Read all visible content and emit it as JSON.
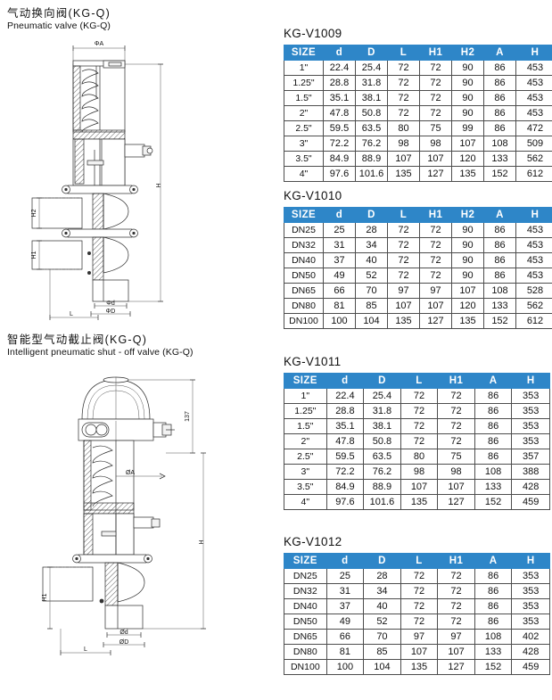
{
  "sections": [
    {
      "title_cn": "气动换向阀(KG-Q)",
      "title_en": "Pneumatic valve (KG-Q)",
      "drawing_labels": {
        "phi_a": "ΦA",
        "h": "H",
        "h1": "H1",
        "h2": "H2",
        "l": "L",
        "phi_d_small": "Φd",
        "phi_d_big": "ΦD"
      }
    },
    {
      "title_cn": "智能型气动截止阀(KG-Q)",
      "title_en": "Intelligent pneumatic shut - off valve (KG-Q)",
      "drawing_labels": {
        "height_note": "137",
        "phi_a": "ØA",
        "h": "H",
        "h1": "H1",
        "l": "L",
        "phi_d_small": "Ød",
        "phi_d_big": "ØD"
      }
    }
  ],
  "colors": {
    "header_blue": "#2E86C8",
    "header_text": "#FFFFFF",
    "grid_line": "#4D4D4D",
    "body_text": "#111111"
  },
  "tables": [
    {
      "caption": "KG-V1009",
      "columns": [
        "SIZE",
        "d",
        "D",
        "L",
        "H1",
        "H2",
        "A",
        "H"
      ],
      "rows": [
        [
          "1\"",
          "22.4",
          "25.4",
          "72",
          "72",
          "90",
          "86",
          "453"
        ],
        [
          "1.25\"",
          "28.8",
          "31.8",
          "72",
          "72",
          "90",
          "86",
          "453"
        ],
        [
          "1.5\"",
          "35.1",
          "38.1",
          "72",
          "72",
          "90",
          "86",
          "453"
        ],
        [
          "2\"",
          "47.8",
          "50.8",
          "72",
          "72",
          "90",
          "86",
          "453"
        ],
        [
          "2.5\"",
          "59.5",
          "63.5",
          "80",
          "75",
          "99",
          "86",
          "472"
        ],
        [
          "3\"",
          "72.2",
          "76.2",
          "98",
          "98",
          "107",
          "108",
          "509"
        ],
        [
          "3.5\"",
          "84.9",
          "88.9",
          "107",
          "107",
          "120",
          "133",
          "562"
        ],
        [
          "4\"",
          "97.6",
          "101.6",
          "135",
          "127",
          "135",
          "152",
          "612"
        ]
      ]
    },
    {
      "caption": "KG-V1010",
      "columns": [
        "SIZE",
        "d",
        "D",
        "L",
        "H1",
        "H2",
        "A",
        "H"
      ],
      "rows": [
        [
          "DN25",
          "25",
          "28",
          "72",
          "72",
          "90",
          "86",
          "453"
        ],
        [
          "DN32",
          "31",
          "34",
          "72",
          "72",
          "90",
          "86",
          "453"
        ],
        [
          "DN40",
          "37",
          "40",
          "72",
          "72",
          "90",
          "86",
          "453"
        ],
        [
          "DN50",
          "49",
          "52",
          "72",
          "72",
          "90",
          "86",
          "453"
        ],
        [
          "DN65",
          "66",
          "70",
          "97",
          "97",
          "107",
          "108",
          "528"
        ],
        [
          "DN80",
          "81",
          "85",
          "107",
          "107",
          "120",
          "133",
          "562"
        ],
        [
          "DN100",
          "100",
          "104",
          "135",
          "127",
          "135",
          "152",
          "612"
        ]
      ]
    },
    {
      "caption": "KG-V1011",
      "columns": [
        "SIZE",
        "d",
        "D",
        "L",
        "H1",
        "A",
        "H"
      ],
      "rows": [
        [
          "1\"",
          "22.4",
          "25.4",
          "72",
          "72",
          "86",
          "353"
        ],
        [
          "1.25\"",
          "28.8",
          "31.8",
          "72",
          "72",
          "86",
          "353"
        ],
        [
          "1.5\"",
          "35.1",
          "38.1",
          "72",
          "72",
          "86",
          "353"
        ],
        [
          "2\"",
          "47.8",
          "50.8",
          "72",
          "72",
          "86",
          "353"
        ],
        [
          "2.5\"",
          "59.5",
          "63.5",
          "80",
          "75",
          "86",
          "357"
        ],
        [
          "3\"",
          "72.2",
          "76.2",
          "98",
          "98",
          "108",
          "388"
        ],
        [
          "3.5\"",
          "84.9",
          "88.9",
          "107",
          "107",
          "133",
          "428"
        ],
        [
          "4\"",
          "97.6",
          "101.6",
          "135",
          "127",
          "152",
          "459"
        ]
      ]
    },
    {
      "caption": "KG-V1012",
      "columns": [
        "SIZE",
        "d",
        "D",
        "L",
        "H1",
        "A",
        "H"
      ],
      "rows": [
        [
          "DN25",
          "25",
          "28",
          "72",
          "72",
          "86",
          "353"
        ],
        [
          "DN32",
          "31",
          "34",
          "72",
          "72",
          "86",
          "353"
        ],
        [
          "DN40",
          "37",
          "40",
          "72",
          "72",
          "86",
          "353"
        ],
        [
          "DN50",
          "49",
          "52",
          "72",
          "72",
          "86",
          "353"
        ],
        [
          "DN65",
          "66",
          "70",
          "97",
          "97",
          "108",
          "402"
        ],
        [
          "DN80",
          "81",
          "85",
          "107",
          "107",
          "133",
          "428"
        ],
        [
          "DN100",
          "100",
          "104",
          "135",
          "127",
          "152",
          "459"
        ]
      ]
    }
  ]
}
